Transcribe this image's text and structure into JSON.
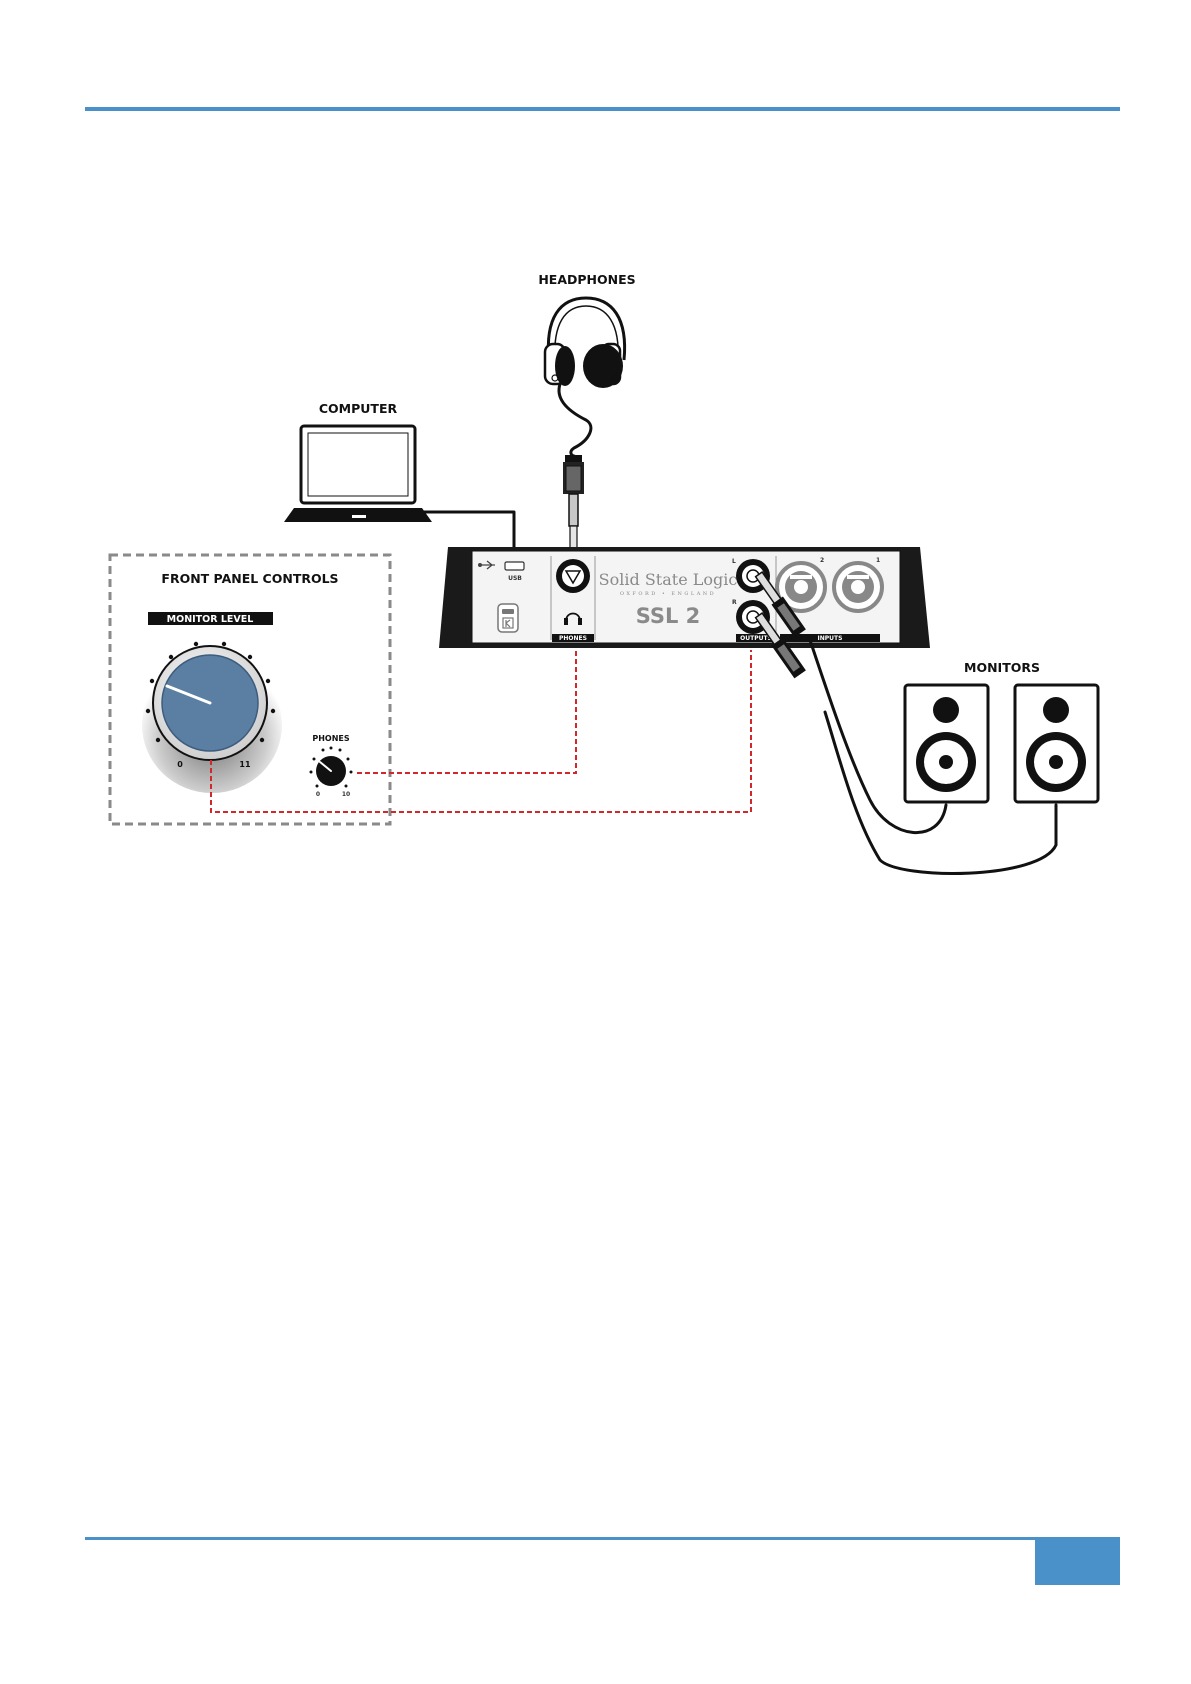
{
  "labels": {
    "headphones": "HEADPHONES",
    "computer": "COMPUTER",
    "front_panel": "FRONT PANEL CONTROLS",
    "monitor_level": "MONITOR LEVEL",
    "phones_knob": "PHONES",
    "monitors": "MONITORS"
  },
  "knob_scale": {
    "monitor_min": "0",
    "monitor_max": "11",
    "phones_min": "0",
    "phones_max": "10"
  },
  "device": {
    "brand": "Solid State Logic",
    "tagline": "OXFORD • ENGLAND",
    "model": "SSL 2",
    "usb_label": "USB",
    "phones_label": "PHONES",
    "outputs_label": "OUTPUTS",
    "inputs_label": "INPUTS",
    "out_left": "L",
    "out_right": "R",
    "input_2": "2",
    "input_1": "1"
  },
  "colors": {
    "header_rule": "#4a90c9",
    "footer_tab": "#4a90c9",
    "knob_blue": "#5a7fa3",
    "dashed_connection": "#d1282c"
  }
}
